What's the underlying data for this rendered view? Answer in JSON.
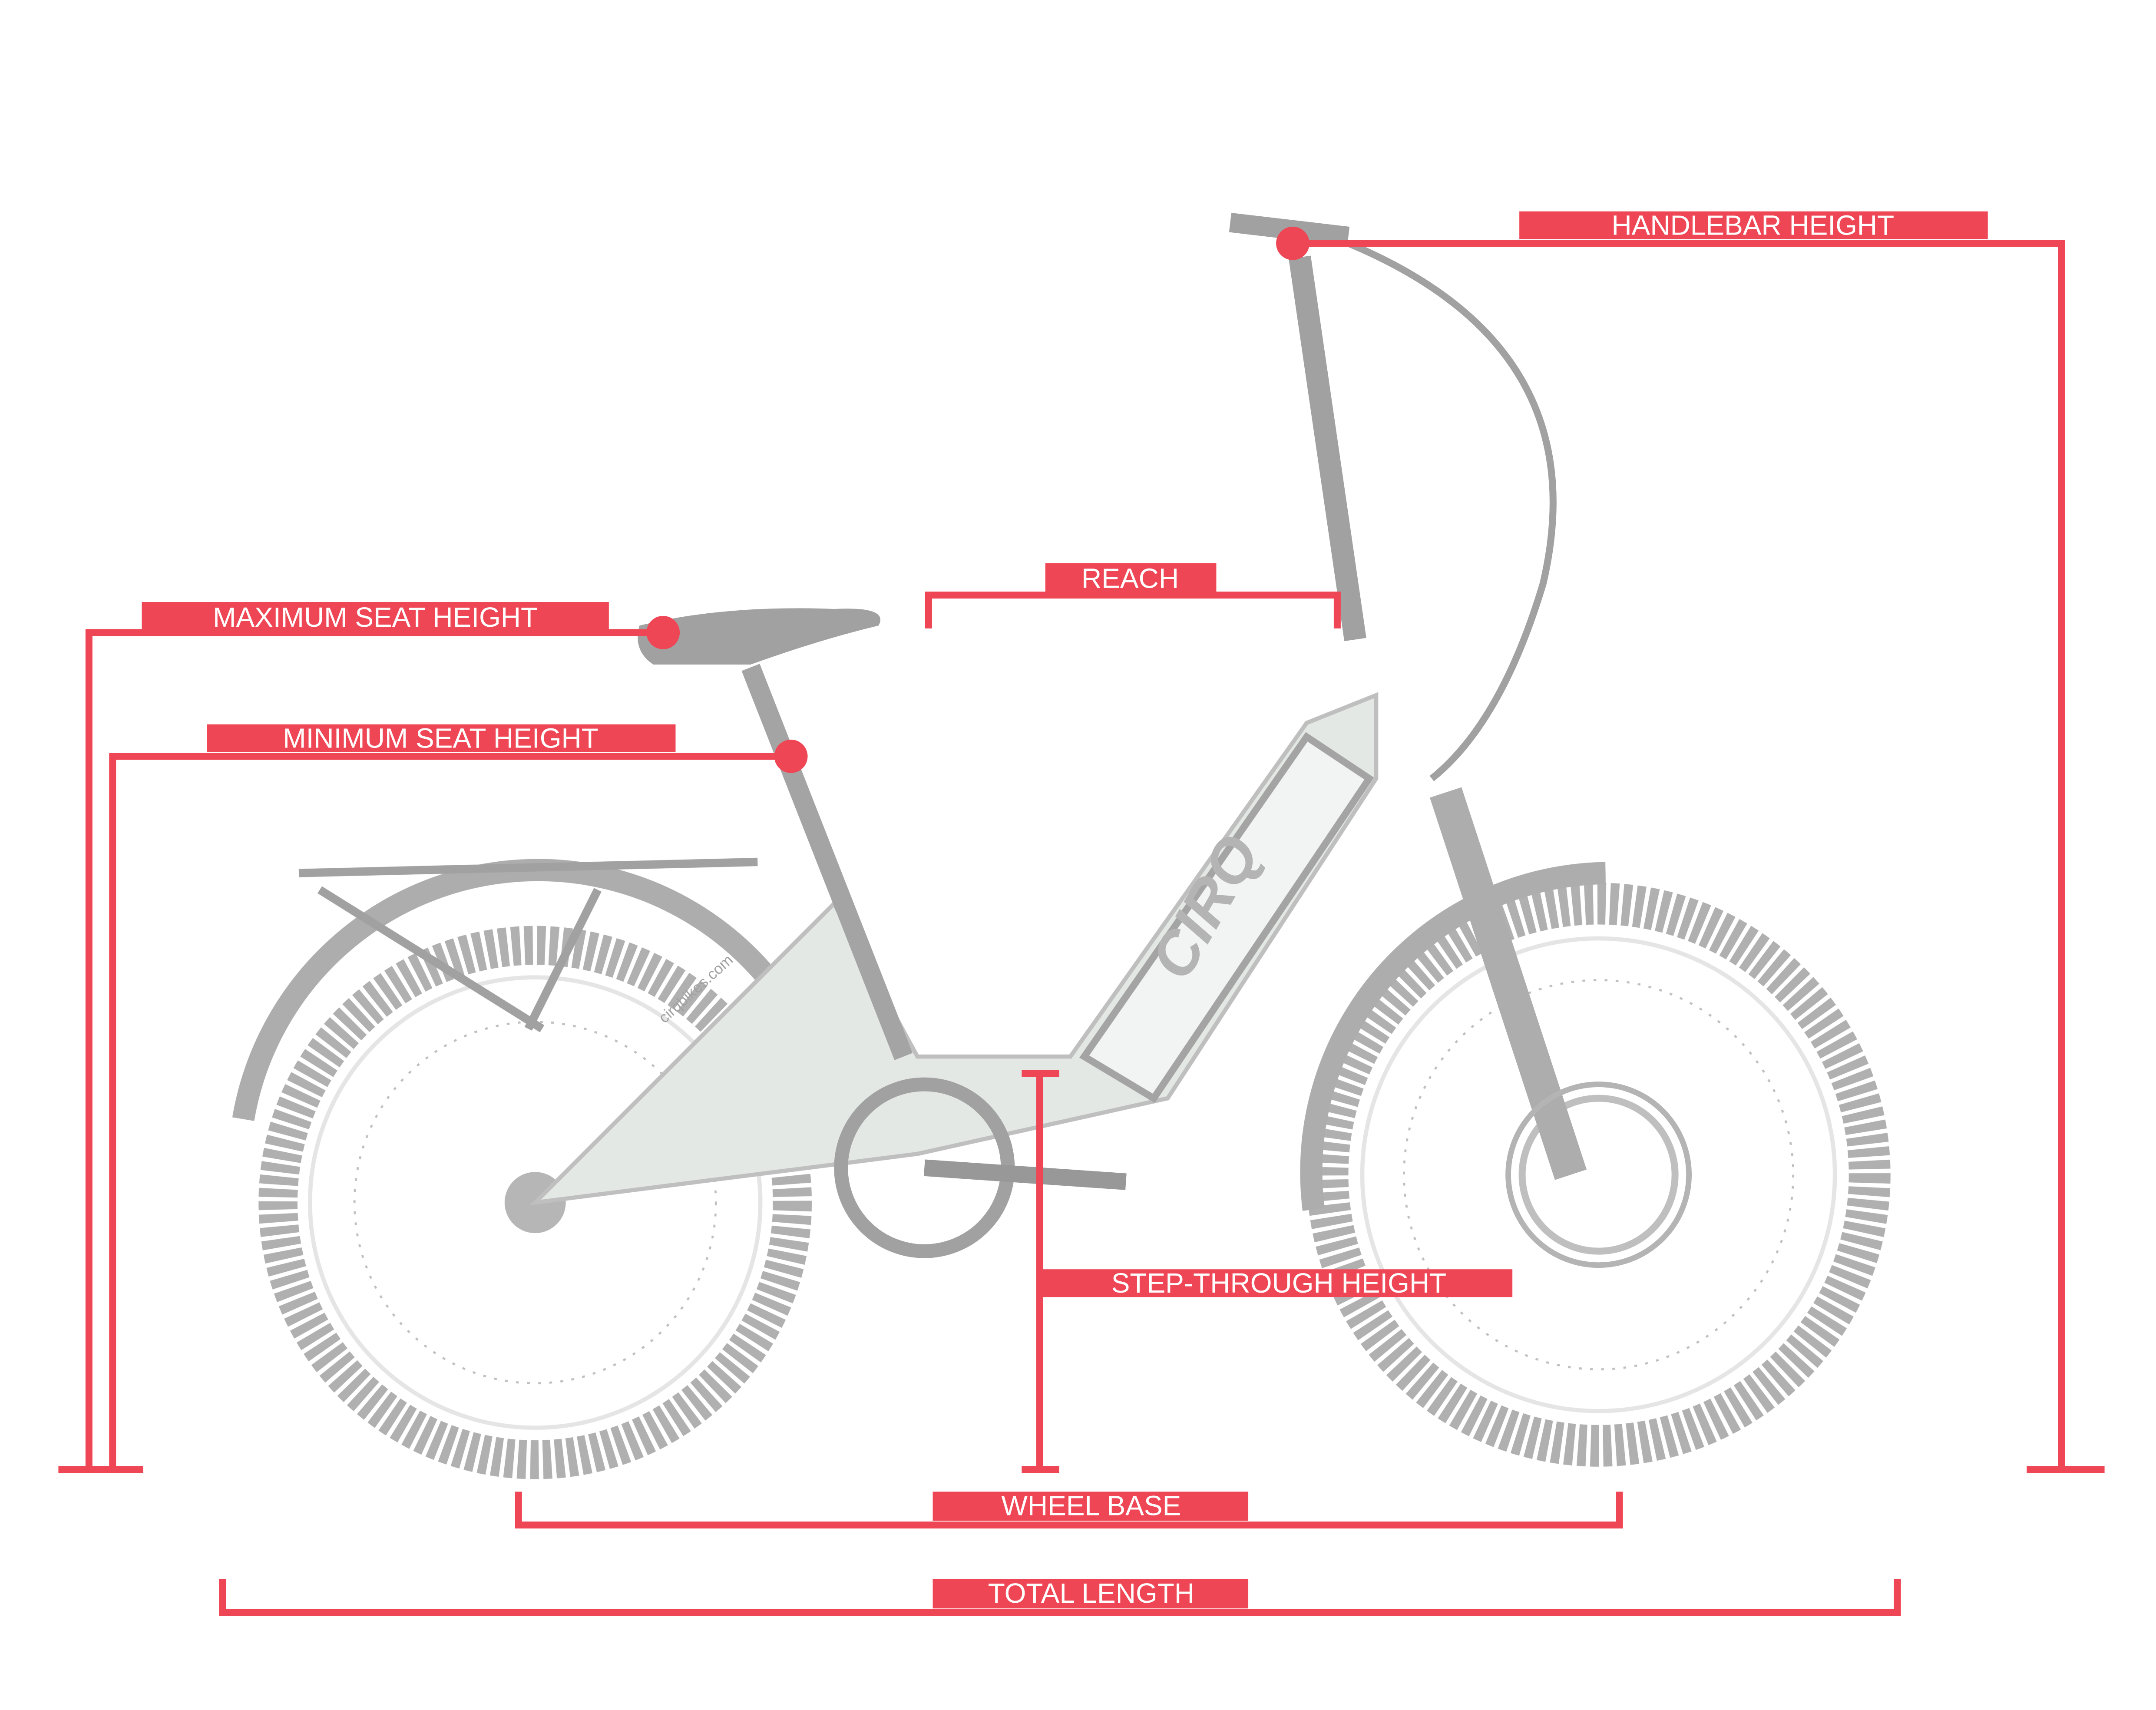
{
  "colors": {
    "accent": "#ef4655",
    "bike": "#9a9a9a",
    "frame": "#dfe5e0"
  },
  "bike": {
    "brand_logo": "CIRQ",
    "website": "cirqbikes.com"
  },
  "labels": {
    "handlebar_height": "HANDLEBAR HEIGHT",
    "reach": "REACH",
    "maximum_seat_height": "MAXIMUM SEAT HEIGHT",
    "minimum_seat_height": "MINIMUM SEAT HEIGHT",
    "step_through_height": "STEP-THROUGH HEIGHT",
    "wheel_base": "WHEEL BASE",
    "total_length": "TOTAL LENGTH"
  }
}
